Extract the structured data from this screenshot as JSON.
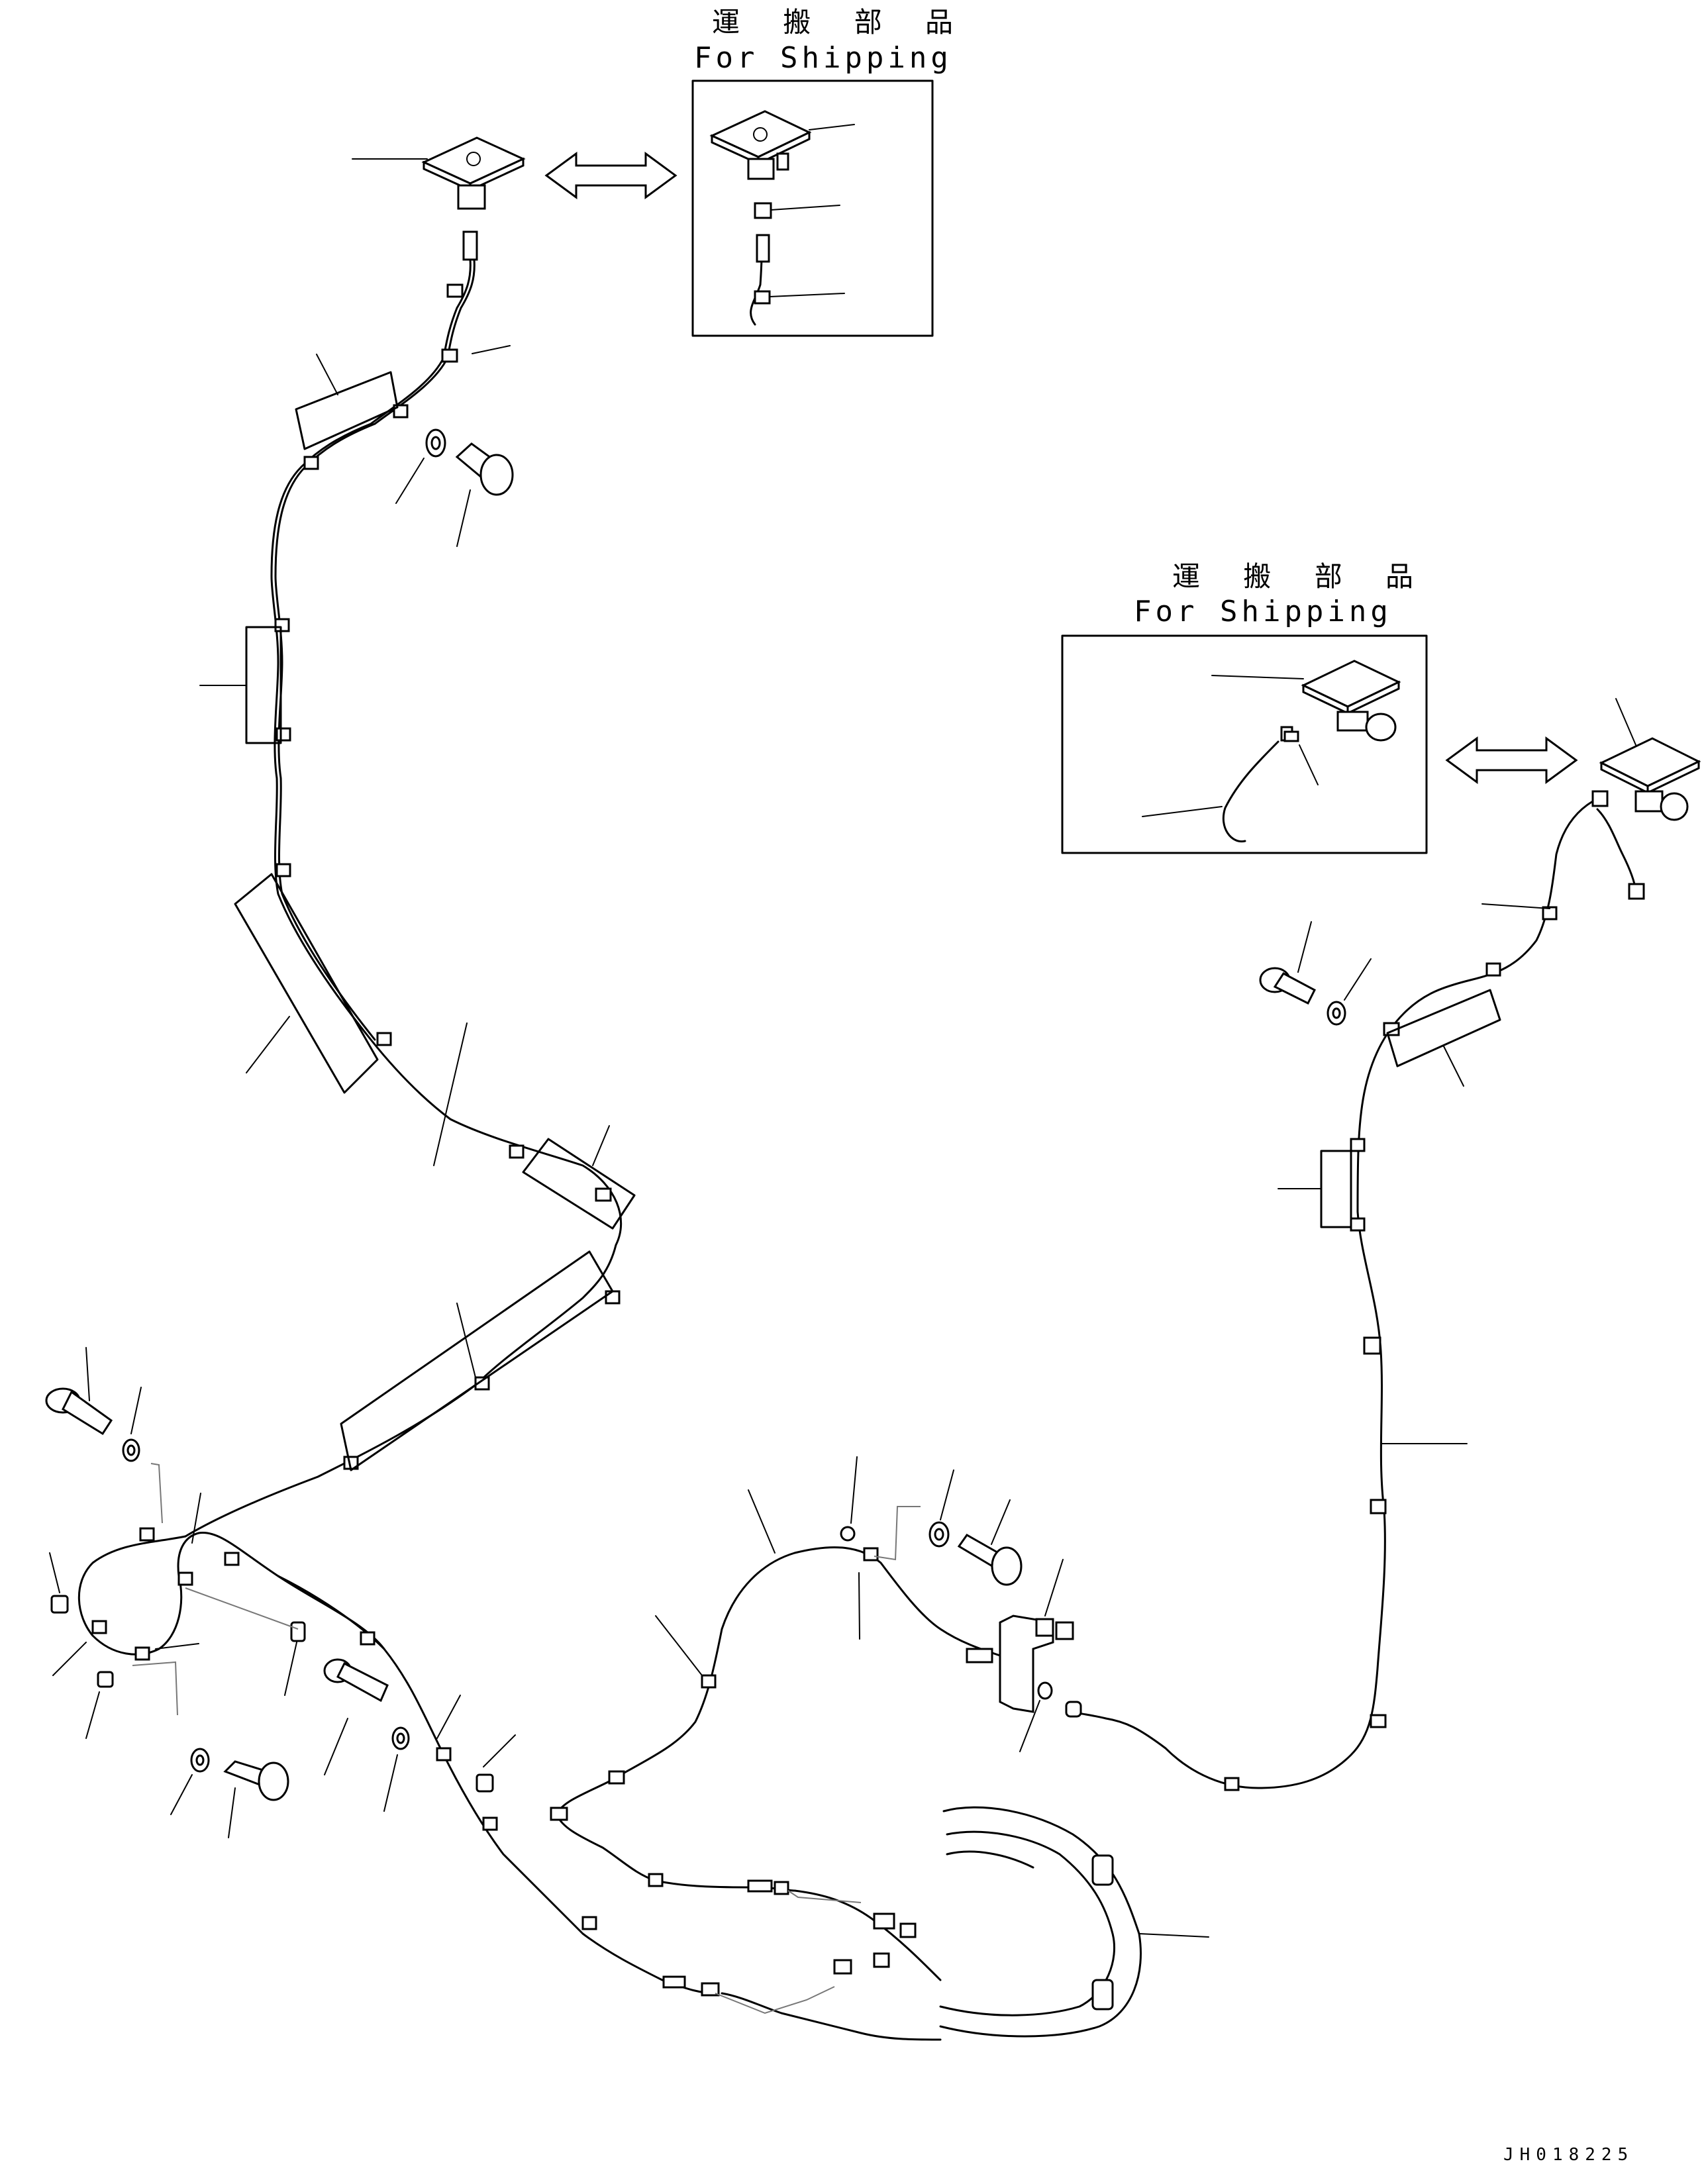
{
  "shipping_box_left": {
    "label_jp": "運 搬 部 品",
    "label_en": "For Shipping"
  },
  "shipping_box_right": {
    "label_jp": "運 搬 部 品",
    "label_en": "For Shipping"
  },
  "drawing_code": "JH018225",
  "icons": [
    "swap-arrow-icon",
    "swap-arrow-icon",
    "bolt-icon",
    "washer-icon",
    "sensor-plate-icon",
    "clamp-icon"
  ],
  "colors": {
    "ink": "#000000",
    "background": "#ffffff"
  }
}
